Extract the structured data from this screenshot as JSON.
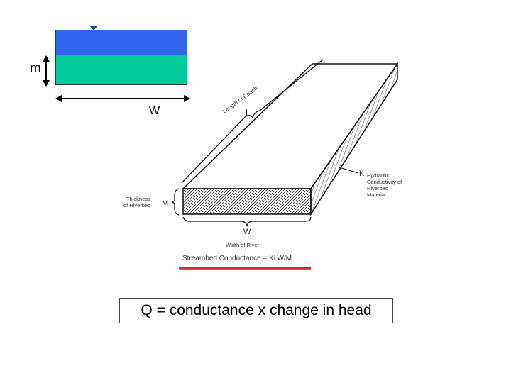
{
  "cross_section": {
    "thickness_label": "m",
    "width_label": "W",
    "colors": {
      "water": "#3366ee",
      "riverbed": "#00cc99"
    }
  },
  "block_diagram": {
    "length_label": "Length of Reach",
    "length_symbol": "L",
    "conductivity_symbol": "K",
    "conductivity_label_lines": [
      "Hydraulic",
      "Conductivity of",
      "Riverbed",
      "Material"
    ],
    "thickness_label_lines": [
      "Thickness",
      "of Riverbed"
    ],
    "thickness_symbol": "M",
    "width_symbol": "W",
    "width_label": "Width of River",
    "equation": "Streambed Conductance = KLW/M",
    "underline_color": "#dd2222"
  },
  "formula": {
    "text": "Q = conductance x change in head"
  }
}
